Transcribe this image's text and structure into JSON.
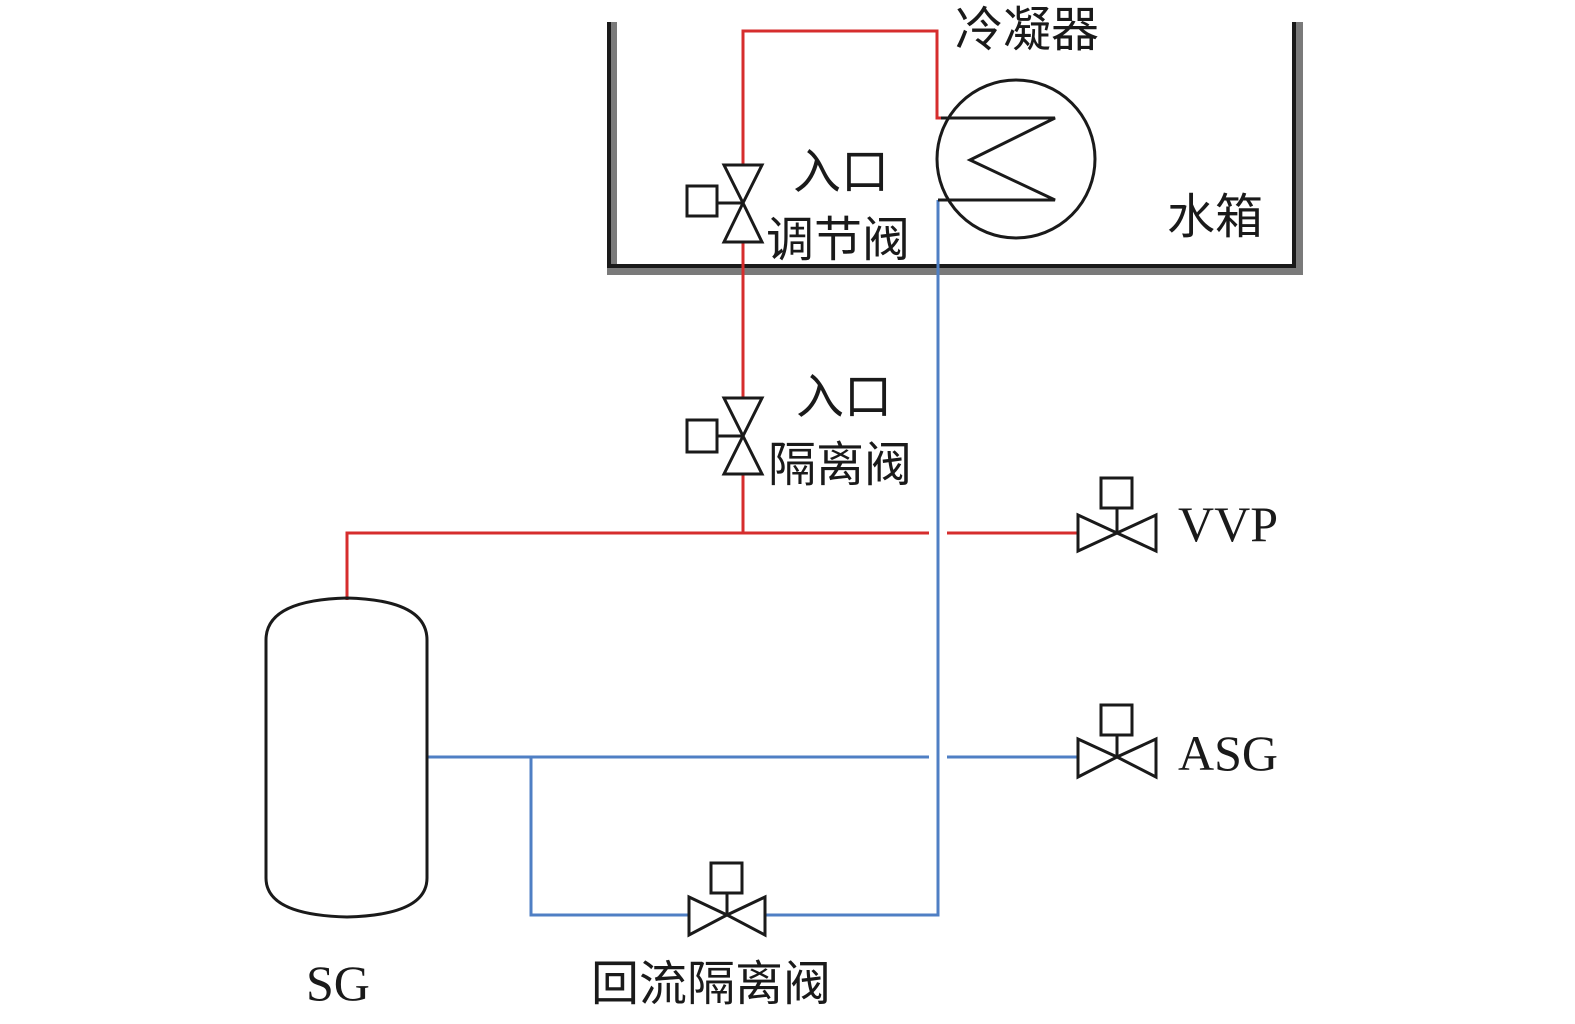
{
  "colors": {
    "steam_line": "#d62d2d",
    "water_line": "#4f7fc4",
    "tank_wall": "#1a1a1a",
    "tank_wall_shade": "#7a7a7a",
    "symbol": "#1a1a1a"
  },
  "labels": {
    "condenser": "冷凝器",
    "tank": "水箱",
    "inlet_reg_valve_l1": "入口",
    "inlet_reg_valve_l2": "调节阀",
    "inlet_iso_valve_l1": "入口",
    "inlet_iso_valve_l2": "隔离阀",
    "vvp": "VVP",
    "asg": "ASG",
    "sg": "SG",
    "return_iso_valve": "回流隔离阀"
  },
  "components": [
    {
      "id": "water-tank",
      "label_key": "tank"
    },
    {
      "id": "condenser",
      "label_key": "condenser"
    },
    {
      "id": "inlet-regulating-valve",
      "label_key": "inlet_reg_valve_l2"
    },
    {
      "id": "inlet-isolation-valve",
      "label_key": "inlet_iso_valve_l2"
    },
    {
      "id": "vvp-valve",
      "label_key": "vvp"
    },
    {
      "id": "asg-valve",
      "label_key": "asg"
    },
    {
      "id": "steam-generator",
      "label_key": "sg"
    },
    {
      "id": "return-isolation-valve",
      "label_key": "return_iso_valve"
    }
  ]
}
